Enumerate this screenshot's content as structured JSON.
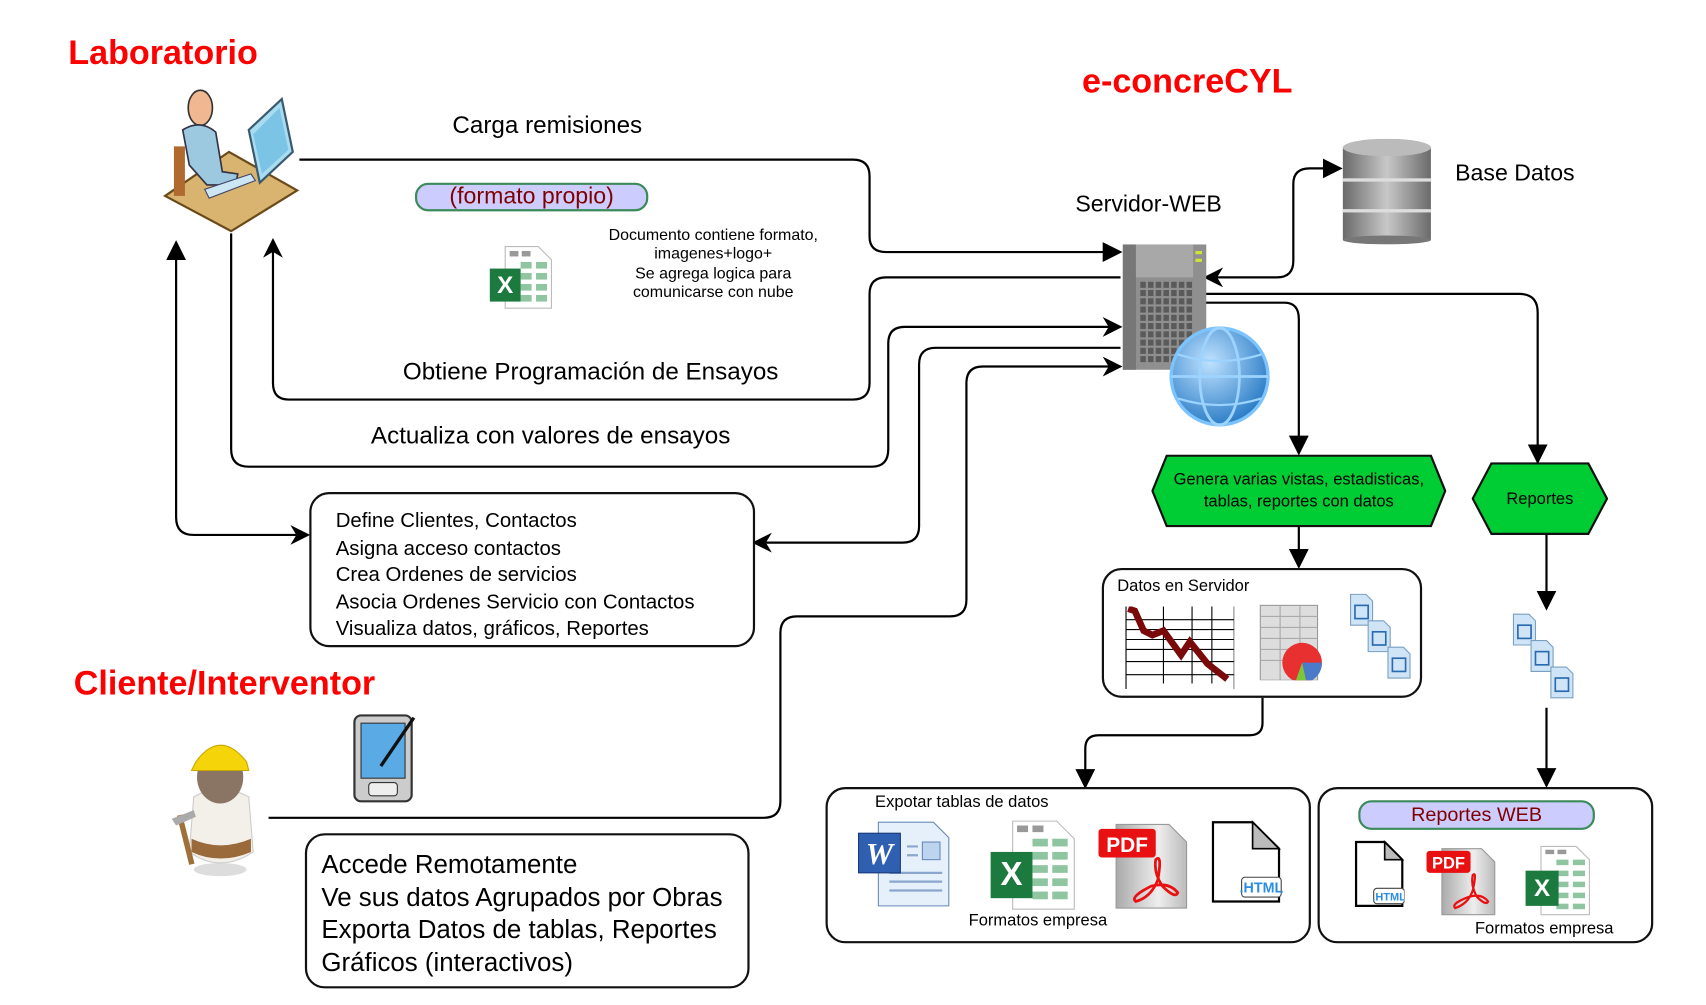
{
  "titles": {
    "laboratorio": "Laboratorio",
    "system": "e-concreCYL",
    "cliente": "Cliente/Interventor"
  },
  "flows": {
    "carga_remisiones": "Carga remisiones",
    "formato_propio": "(formato propio)",
    "document_note": [
      "Documento contiene formato,",
      "imagenes+logo+",
      "Se agrega logica para",
      "comunicarse con nube"
    ],
    "obtiene_programacion": "Obtiene Programación de Ensayos",
    "actualiza_valores": "Actualiza con valores de ensayos"
  },
  "nodes": {
    "servidor_web": "Servidor-WEB",
    "base_datos": "Base Datos"
  },
  "lab_actions": [
    "Define Clientes, Contactos",
    "Asigna acceso contactos",
    "Crea Ordenes de servicios",
    "Asocia Ordenes Servicio con Contactos",
    "Visualiza datos, gráficos, Reportes"
  ],
  "client_actions": [
    "Accede Remotamente",
    "Ve sus datos Agrupados por Obras",
    "Exporta Datos de tablas, Reportes",
    "Gráficos (interactivos)"
  ],
  "process": {
    "genera": [
      "Genera varias vistas, estadisticas,",
      "tablas, reportes con datos"
    ],
    "reportes": "Reportes",
    "datos_servidor": "Datos en Servidor",
    "exportar_title": "Expotar tablas de datos",
    "exportar_footer": "Formatos empresa",
    "reportes_web_title": "Reportes WEB",
    "reportes_web_footer": "Formatos empresa"
  },
  "icons": {
    "lab_user": "person-at-computer-icon",
    "worker": "construction-worker-icon",
    "pda": "pda-device-icon",
    "server": "server-tower-icon",
    "globe": "globe-icon",
    "database": "database-icon",
    "excel": "excel-file-icon",
    "word": "word-file-icon",
    "pdf": "pdf-file-icon",
    "html": "html-file-icon",
    "pdf_badge": "PDF",
    "html_badge": ".HTML"
  },
  "colors": {
    "title_red": "#ff0000",
    "hex_green": "#00cc33",
    "pill_fill": "#ccccff",
    "pill_border": "#3a8a5a",
    "pill_text": "#800000"
  }
}
